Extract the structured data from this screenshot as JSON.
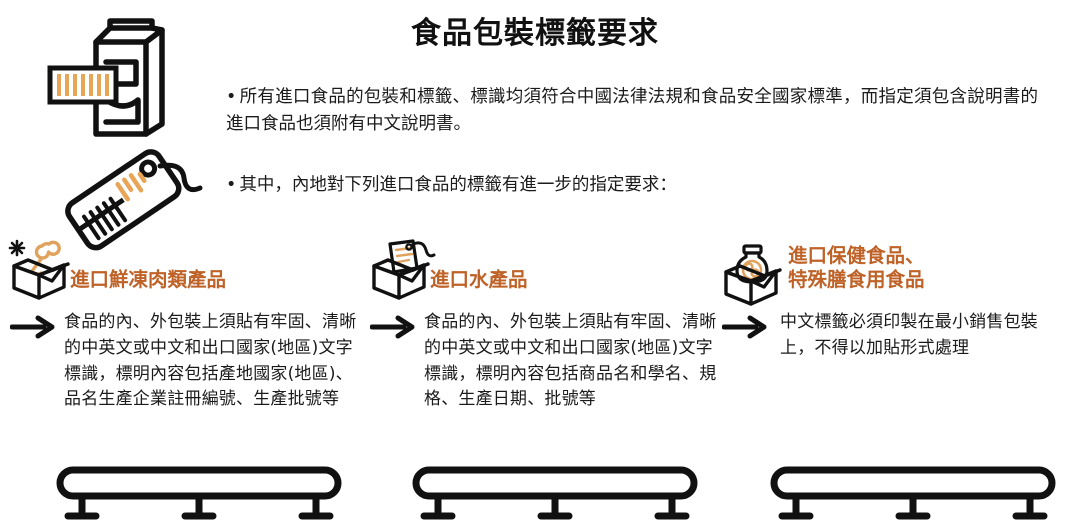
{
  "title": "食品包裝標籤要求",
  "intro": {
    "bullet_marker": "•",
    "bullets": [
      "所有進口食品的包裝和標籤、標識均須符合中國法律法規和食品安全國家標準，而指定須包含說明書的進口食品也須附有中文說明書。",
      "其中，內地對下列進口食品的標籤有進一步的指定要求："
    ]
  },
  "columns": [
    {
      "icon": "box-frozen-meat-icon",
      "arrow": "arrow-right-icon",
      "heading": "進口鮮凍肉類產品",
      "body": "食品的內、外包裝上須貼有牢固、清晰的中英文或中文和出口國家(地區)文字標識，標明內容包括產地國家(地區)、品名生產企業註冊編號、生產批號等",
      "conveyor": "conveyor-belt-icon"
    },
    {
      "icon": "box-label-tag-icon",
      "arrow": "arrow-right-icon",
      "heading": "進口水產品",
      "body": "食品的內、外包裝上須貼有牢固、清晰的中英文或中文和出口國家(地區)文字標識，標明內容包括商品名和學名、規格、生產日期、批號等",
      "conveyor": "conveyor-belt-icon"
    },
    {
      "icon": "box-supplement-bottle-icon",
      "arrow": "arrow-right-icon",
      "heading": "進口保健食品、\n特殊膳食用食品",
      "body": "中文標籤必須印製在最小銷售包裝上，不得以加貼形式處理",
      "conveyor": "conveyor-belt-icon"
    }
  ],
  "decorations": {
    "carton": "milk-carton-with-barcode-illustration",
    "tag": "price-label-tag-illustration"
  },
  "colors": {
    "heading_orange": "#bf6228",
    "accent_tan": "#e8a558",
    "ink": "#111111",
    "background": "#ffffff"
  }
}
